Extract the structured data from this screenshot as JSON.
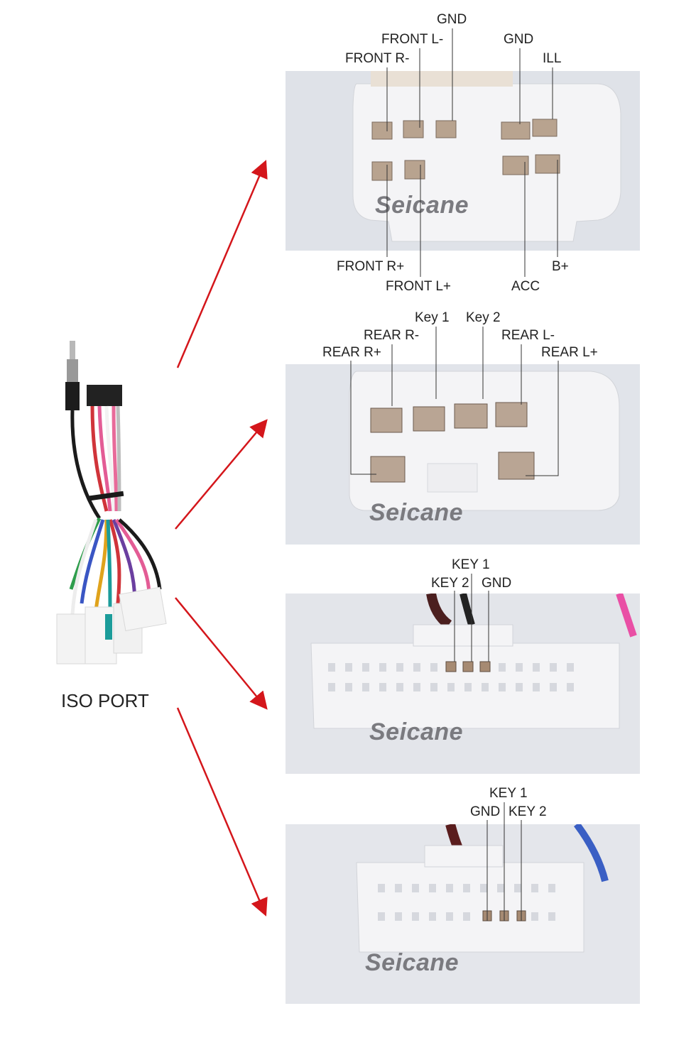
{
  "left": {
    "iso_label": "ISO PORT"
  },
  "colors": {
    "arrow": "#d4161b",
    "line": "#333333",
    "logo": "#6f6f74"
  },
  "panels": [
    {
      "logo": "Seicane",
      "labels": {
        "gnd_top": "GND",
        "front_l_minus": "FRONT L-",
        "front_r_minus": "FRONT R-",
        "gnd_right": "GND",
        "ill": "ILL",
        "front_r_plus": "FRONT R+",
        "front_l_plus": "FRONT L+",
        "acc": "ACC",
        "b_plus": "B+"
      }
    },
    {
      "logo": "Seicane",
      "labels": {
        "key1": "Key 1",
        "key2": "Key 2",
        "rear_r_minus": "REAR R-",
        "rear_l_minus": "REAR L-",
        "rear_r_plus": "REAR R+",
        "rear_l_plus": "REAR L+"
      }
    },
    {
      "logo": "Seicane",
      "labels": {
        "key1": "KEY 1",
        "key2": "KEY 2",
        "gnd": "GND"
      }
    },
    {
      "logo": "Seicane",
      "labels": {
        "key1": "KEY 1",
        "gnd": "GND",
        "key2": "KEY 2"
      }
    }
  ]
}
